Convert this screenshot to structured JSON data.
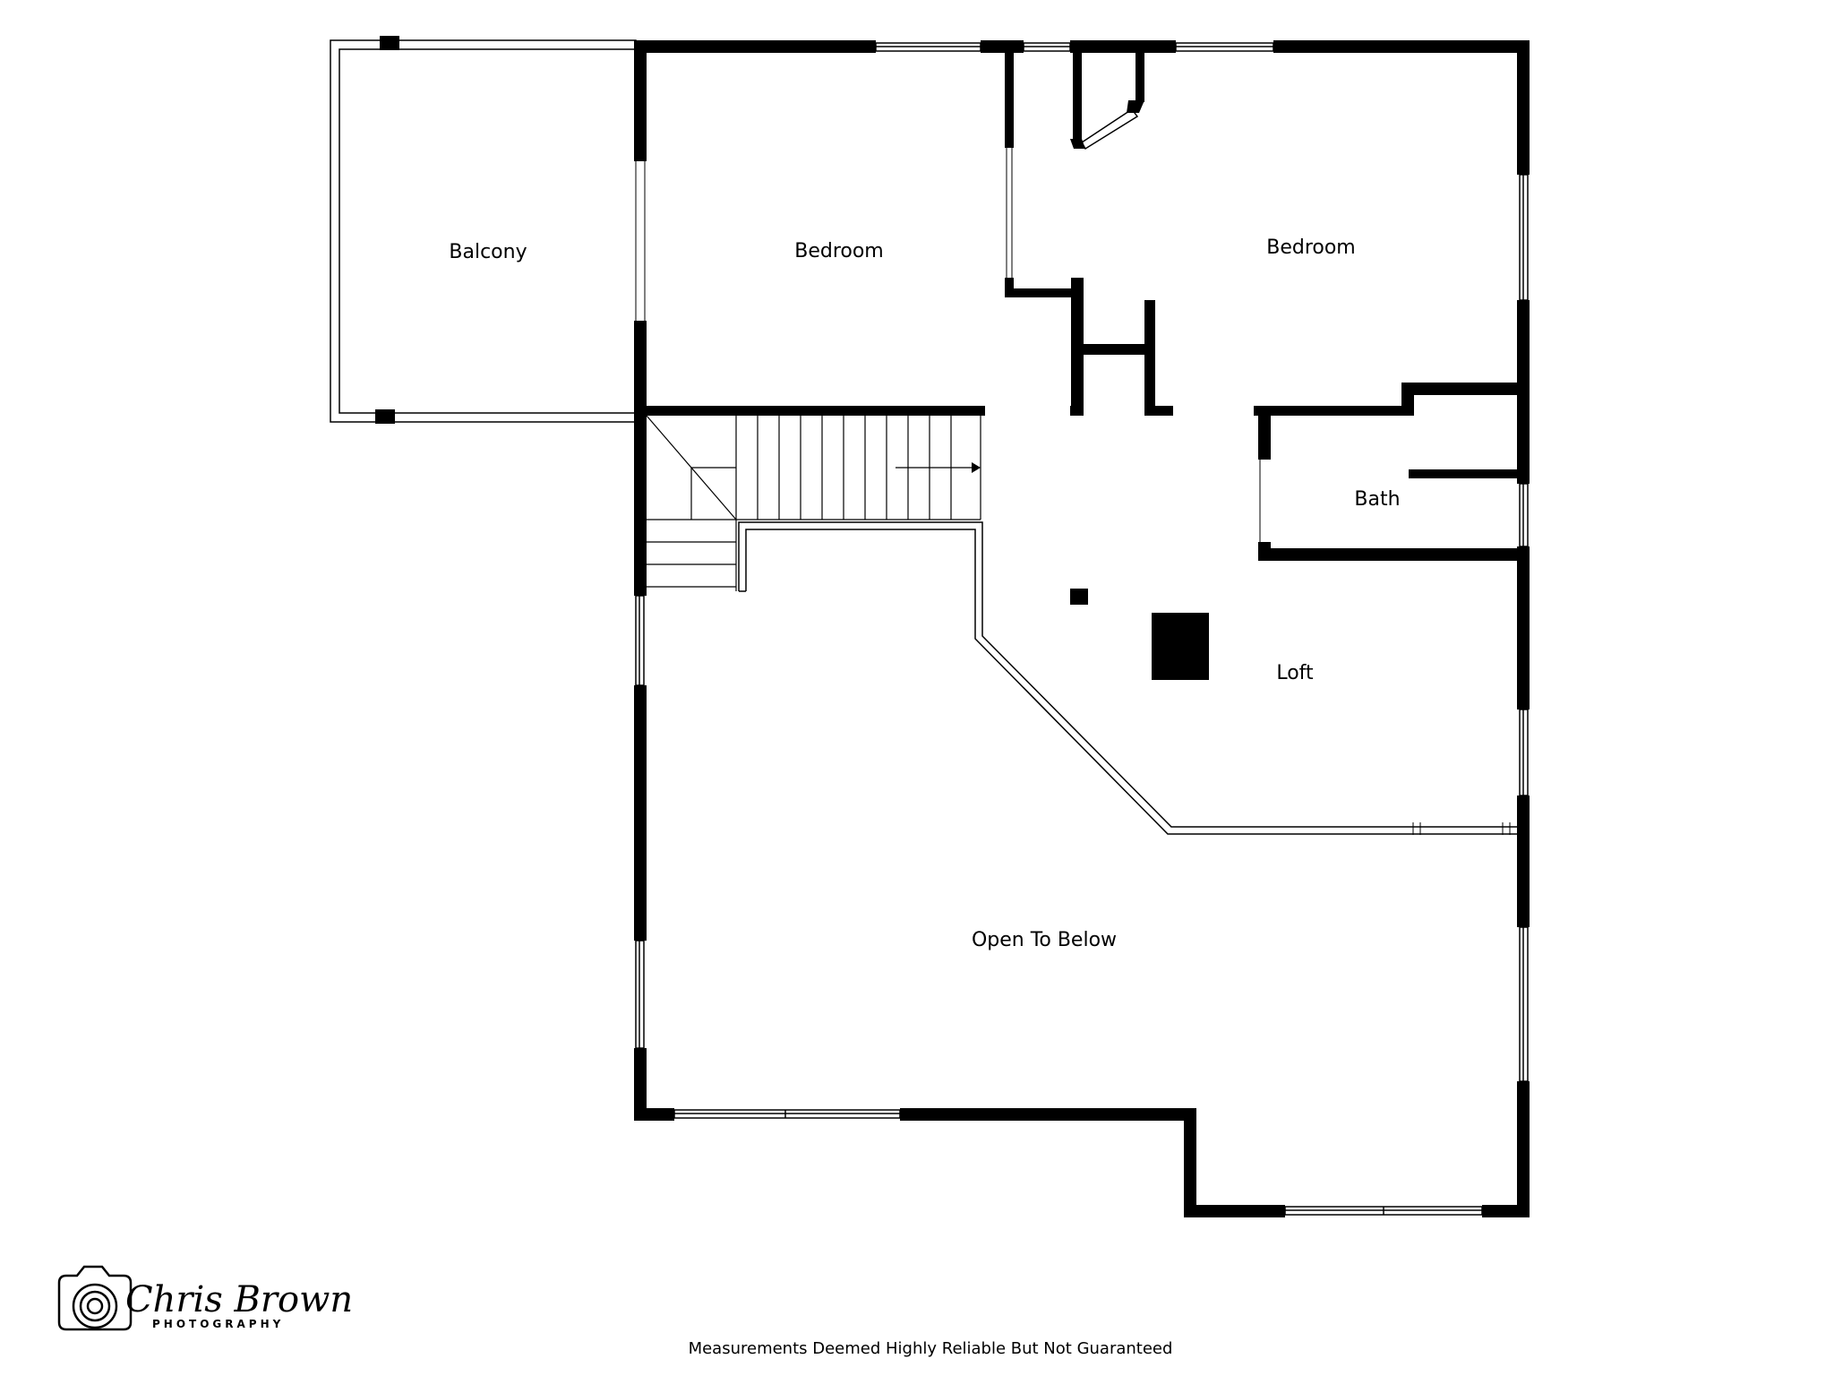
{
  "rooms": {
    "balcony": "Balcony",
    "bedroom_1": "Bedroom",
    "bedroom_2": "Bedroom",
    "bath": "Bath",
    "loft": "Loft",
    "open_to_below": "Open To Below"
  },
  "footer": {
    "disclaimer": "Measurements Deemed Highly Reliable But Not Guaranteed"
  },
  "logo": {
    "name": "Chris Brown",
    "tagline": "PHOTOGRAPHY",
    "icon": "camera-icon"
  }
}
